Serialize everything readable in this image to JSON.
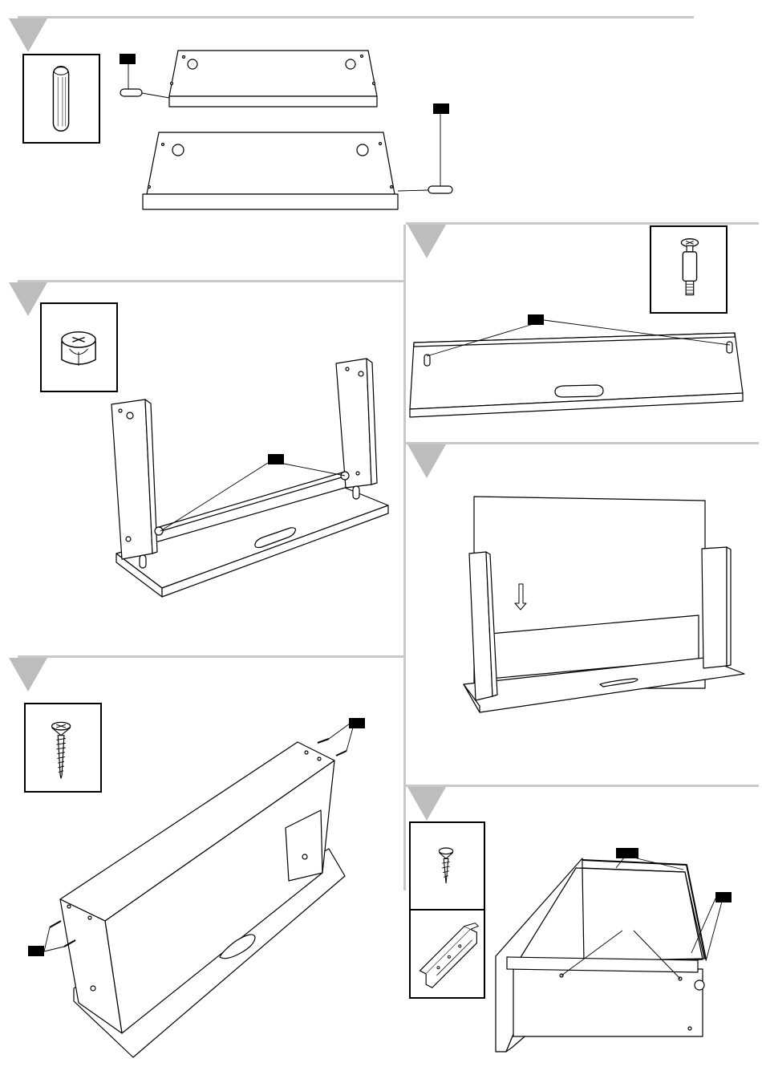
{
  "steps": [
    {
      "id": 1,
      "parts": [
        "dowel-icon"
      ]
    },
    {
      "id": 2,
      "parts": [
        "cam-lock-icon"
      ]
    },
    {
      "id": 3,
      "parts": [
        "cam-bolt-icon"
      ]
    },
    {
      "id": 4,
      "parts": []
    },
    {
      "id": 5,
      "parts": [
        "wood-screw-icon"
      ]
    },
    {
      "id": 6,
      "parts": [
        "wood-screw-icon",
        "drawer-slide-icon"
      ]
    }
  ],
  "colors": {
    "marker": "#bdbdbd",
    "divider": "#c8c8c8",
    "line": "#000000",
    "callout": "#000000"
  }
}
